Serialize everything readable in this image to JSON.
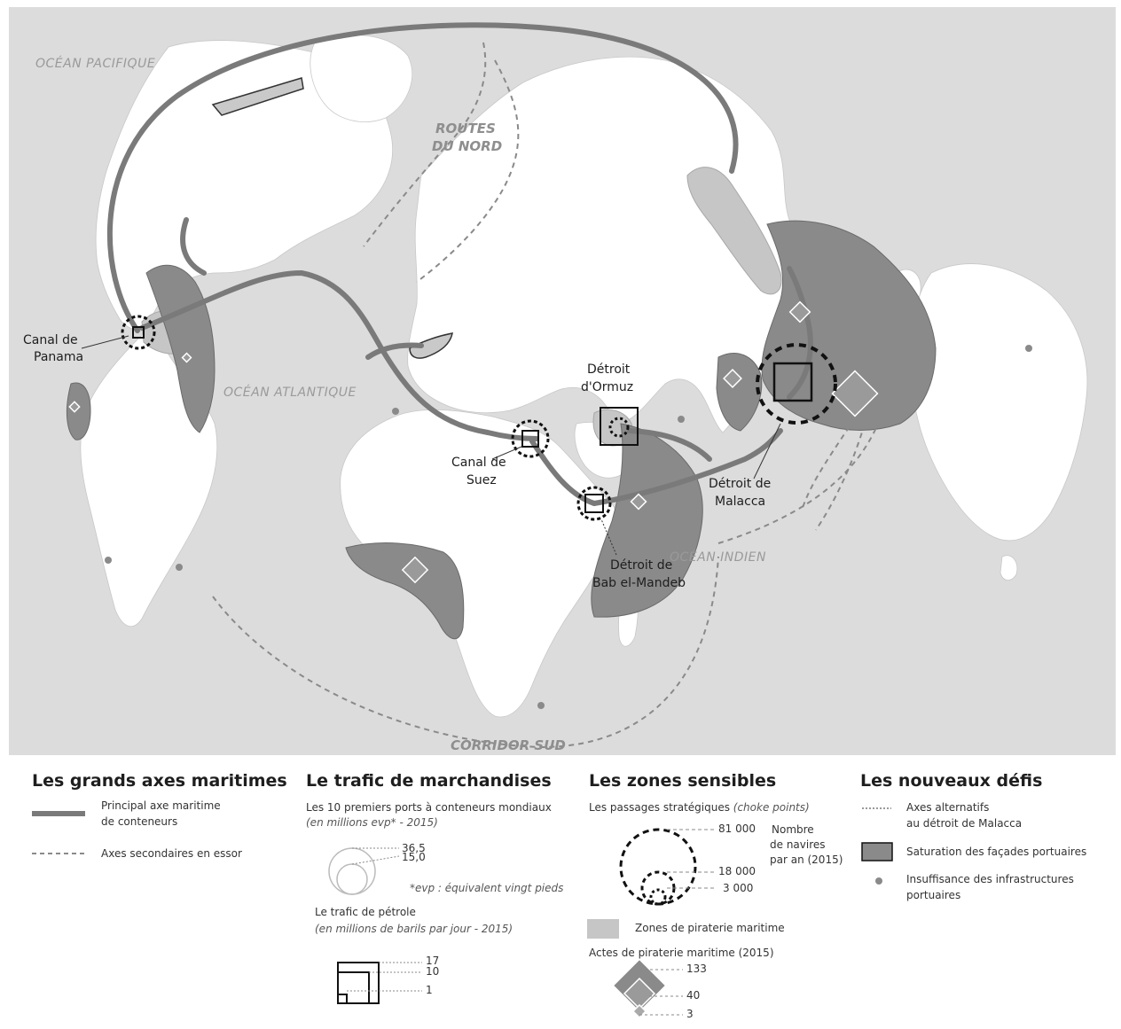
{
  "map": {
    "oceans": {
      "pacific": "OCÉAN PACIFIQUE",
      "atlantic": "OCÉAN ATLANTIQUE",
      "indian": "OCÉAN INDIEN"
    },
    "routes": {
      "north_line1": "ROUTES",
      "north_line2": "DU NORD",
      "south": "CORRIDOR SUD"
    },
    "places": {
      "panama_line1": "Canal de",
      "panama_line2": "Panama",
      "suez_line1": "Canal de",
      "suez_line2": "Suez",
      "ormuz_line1": "Détroit",
      "ormuz_line2": "d'Ormuz",
      "malacca_line1": "Détroit de",
      "malacca_line2": "Malacca",
      "bab_line1": "Détroit de",
      "bab_line2": "Bab el-Mandeb"
    },
    "colors": {
      "ocean": "#dcdcdc",
      "land": "#ffffff",
      "route": "#7a7a7a",
      "saturation": "#8a8a8a",
      "piracy": "#c6c6c6"
    }
  },
  "legend": {
    "axes": {
      "title": "Les grands axes maritimes",
      "main_line1": "Principal axe maritime",
      "main_line2": "de conteneurs",
      "secondary": "Axes secondaires en essor"
    },
    "trafic": {
      "title": "Le trafic de marchandises",
      "ports_line1": "Les 10 premiers ports à conteneurs mondiaux",
      "ports_line2": "(en millions evp* - 2015)",
      "ports_max": "36,5",
      "ports_min": "15,0",
      "evp_note": "*evp : équivalent vingt pieds",
      "oil_line1": "Le trafic de pétrole",
      "oil_line2": "(en millions de barils par jour - 2015)",
      "oil_vals": [
        "17",
        "10",
        "1"
      ]
    },
    "zones": {
      "title": "Les zones sensibles",
      "choke_prefix": "Les passages stratégiques ",
      "choke_italic": "(choke points)",
      "ships_vals": [
        "81 000",
        "18 000",
        "3 000"
      ],
      "ships_label_line1": "Nombre",
      "ships_label_line2": "de navires",
      "ships_label_line3": "par an (2015)",
      "piracy_zones": "Zones de piraterie maritime",
      "piracy_acts": "Actes de piraterie maritime (2015)",
      "piracy_vals": [
        "133",
        "40",
        "3"
      ]
    },
    "defis": {
      "title": "Les nouveaux défis",
      "alt_line1": "Axes alternatifs",
      "alt_line2": "au détroit de Malacca",
      "saturation": "Saturation des façades portuaires",
      "insuff_line1": "Insuffisance des infrastructures",
      "insuff_line2": "portuaires"
    }
  }
}
